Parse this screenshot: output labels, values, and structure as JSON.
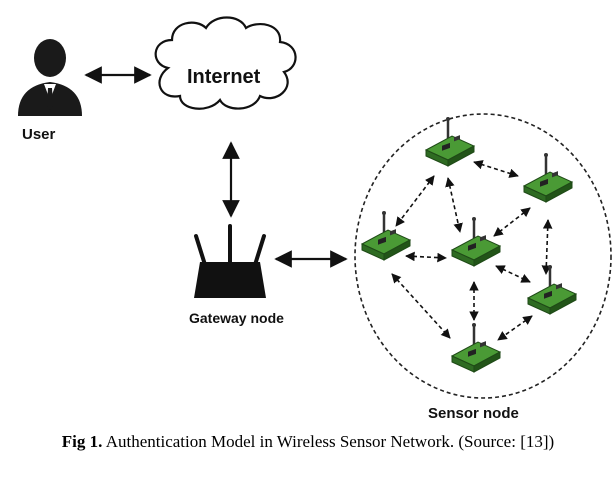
{
  "nodes": {
    "user": "User",
    "internet": "Internet",
    "gateway": "Gateway node",
    "sensor": "Sensor node"
  },
  "caption": {
    "label": "Fig 1.",
    "text": " Authentication Model in Wireless Sensor Network. (Source: [13])"
  },
  "colors": {
    "sensor_green": "#3f8f2e",
    "sensor_dark": "#2d2d2d",
    "ink": "#111111"
  },
  "icons": [
    "user-icon",
    "cloud-icon",
    "router-icon",
    "sensor-node-icon"
  ]
}
